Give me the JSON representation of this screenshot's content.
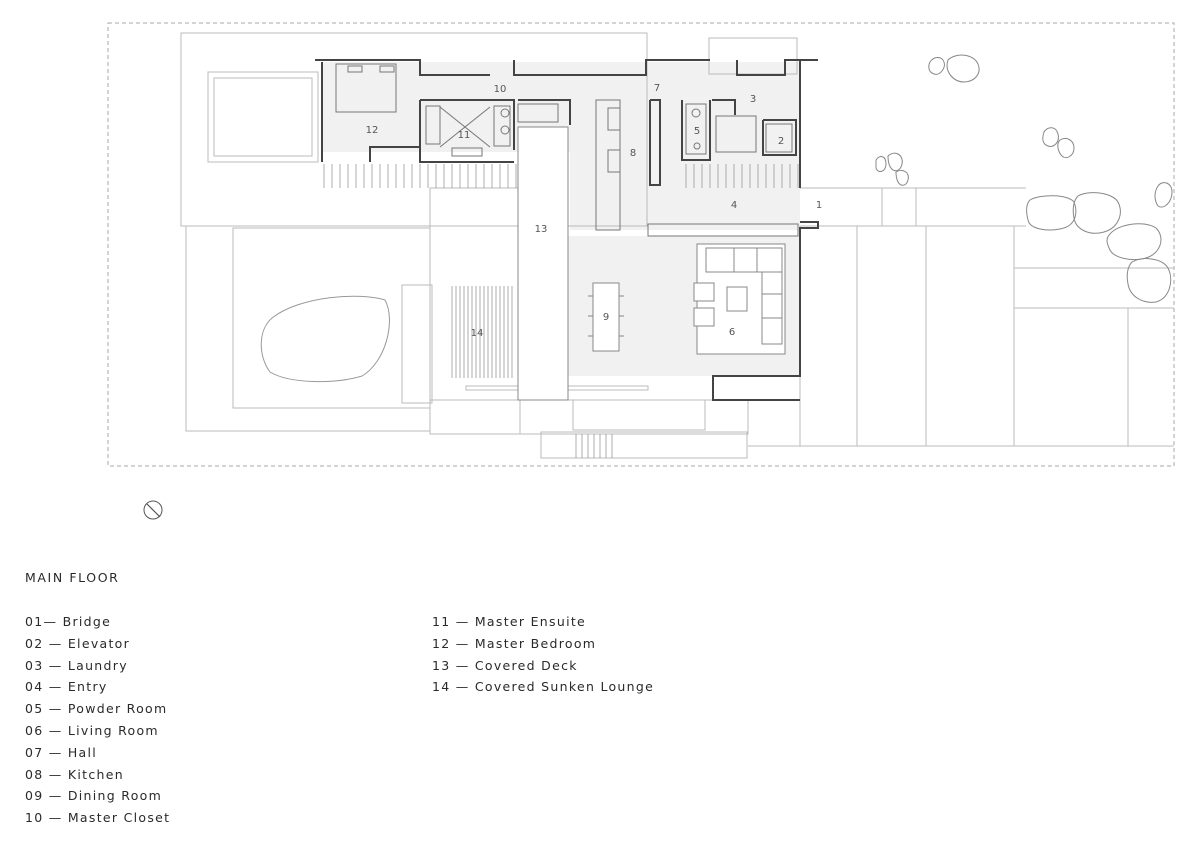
{
  "rooms": [
    {
      "num": "1"
    },
    {
      "num": "2"
    },
    {
      "num": "3"
    },
    {
      "num": "4"
    },
    {
      "num": "5"
    },
    {
      "num": "6"
    },
    {
      "num": "7"
    },
    {
      "num": "8"
    },
    {
      "num": "9"
    },
    {
      "num": "10"
    },
    {
      "num": "11"
    },
    {
      "num": "12"
    },
    {
      "num": "13"
    },
    {
      "num": "14"
    }
  ],
  "legend": {
    "title": "MAIN FLOOR",
    "items": [
      "01— Bridge",
      "02 — Elevator",
      "03 — Laundry",
      "04 — Entry",
      "05 — Powder Room",
      "06 — Living Room",
      "07 — Hall",
      "08 — Kitchen",
      "09 — Dining Room",
      "10 — Master Closet",
      "11 — Master Ensuite",
      "12 — Master Bedroom",
      "13 — Covered Deck",
      "14 — Covered Sunken Lounge"
    ]
  },
  "icons": {
    "north_arrow": "north-arrow-icon"
  },
  "colors": {
    "line": "#555555",
    "light_line": "#bbbbbb",
    "shade": "#f0f0f0",
    "wall": "#444444"
  }
}
